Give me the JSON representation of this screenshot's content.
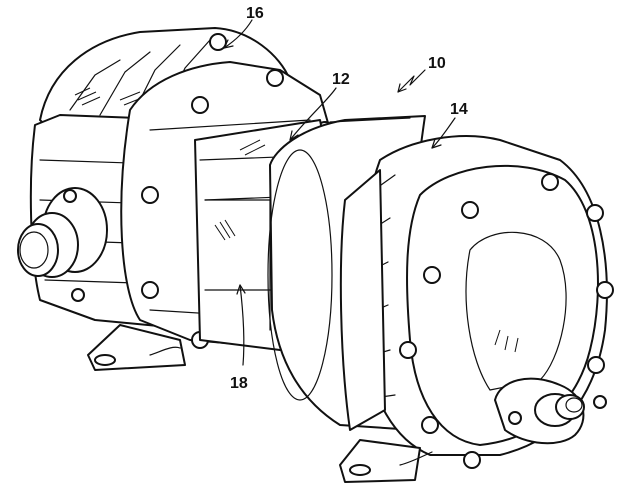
{
  "figure": {
    "reference_numerals": {
      "assembly": "10",
      "housing_middle": "12",
      "housing_right": "14",
      "housing_left": "16",
      "housing_panel": "18"
    }
  },
  "colors": {
    "ink": "#111111",
    "paper": "#ffffff"
  }
}
